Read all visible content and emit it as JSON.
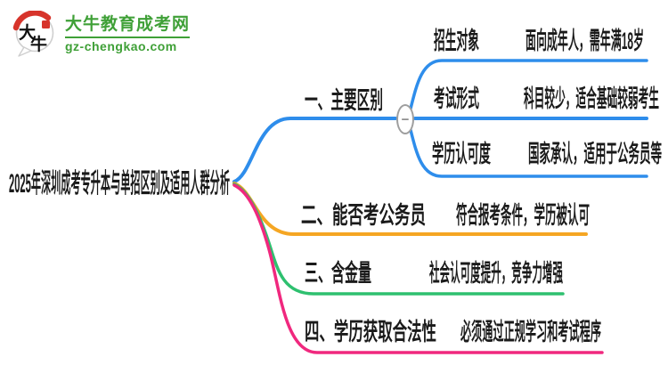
{
  "logo": {
    "icon_chars": "大牛",
    "title": "大牛教育成考网",
    "domain": "gz-chengkao.com"
  },
  "mindmap": {
    "root": {
      "label": "2025年深圳成考专升本与单招区别及适用人群分析"
    },
    "collapse_button": {
      "symbol": "−"
    },
    "colors": {
      "blue": "#2E8DEB",
      "orange": "#F5A623",
      "green": "#2EC06F",
      "pink": "#F0287E",
      "gray": "#9E9E9E",
      "ink": "#1A1A1A",
      "brandGreen": "#3FA037",
      "brandRed": "#D7342B"
    },
    "branches": [
      {
        "label": "一、主要区别",
        "color": "blue",
        "children": [
          {
            "label": "招生对象",
            "value": "面向成年人，需年满18岁"
          },
          {
            "label": "考试形式",
            "value": "科目较少，适合基础较弱考生"
          },
          {
            "label": "学历认可度",
            "value": "国家承认，适用于公务员等"
          }
        ]
      },
      {
        "label": "二、能否考公务员",
        "value": "符合报考条件，学历被认可",
        "color": "orange"
      },
      {
        "label": "三、含金量",
        "value": "社会认可度提升，竞争力增强",
        "color": "green"
      },
      {
        "label": "四、学历获取合法性",
        "value": "必须通过正规学习和考试程序",
        "color": "pink"
      }
    ]
  }
}
